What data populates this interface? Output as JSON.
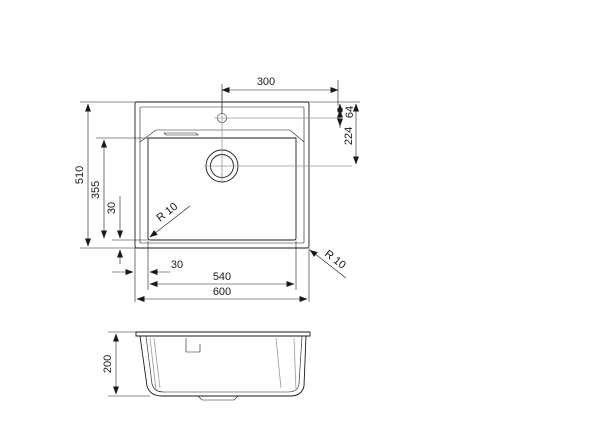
{
  "dimensions": {
    "top_width": "300",
    "offset_top": "64",
    "drain_offset": "224",
    "overall_depth": "510",
    "bowl_depth": "355",
    "left_margin_v": "30",
    "corner_radius_inner": "R 10",
    "corner_radius_outer": "R 10",
    "left_margin_h": "30",
    "bowl_width": "540",
    "overall_width": "600",
    "height": "200"
  },
  "colors": {
    "line": "#1a1a1a",
    "hidden": "#9a9a9a"
  }
}
